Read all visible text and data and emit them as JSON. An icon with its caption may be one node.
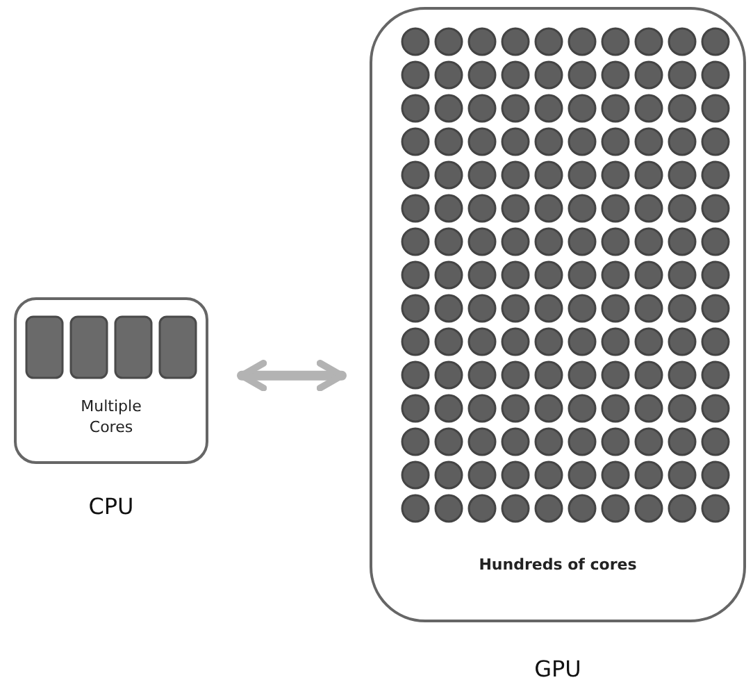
{
  "diagram": {
    "nodes": [
      {
        "text": [
          "Multiple Cores",
          "CPU"
        ]
      },
      {
        "text": [
          "Hundreds of cores",
          "GPU"
        ]
      }
    ],
    "edges": [
      {
        "from": 0,
        "to": 1,
        "arrow": "both"
      }
    ]
  }
}
